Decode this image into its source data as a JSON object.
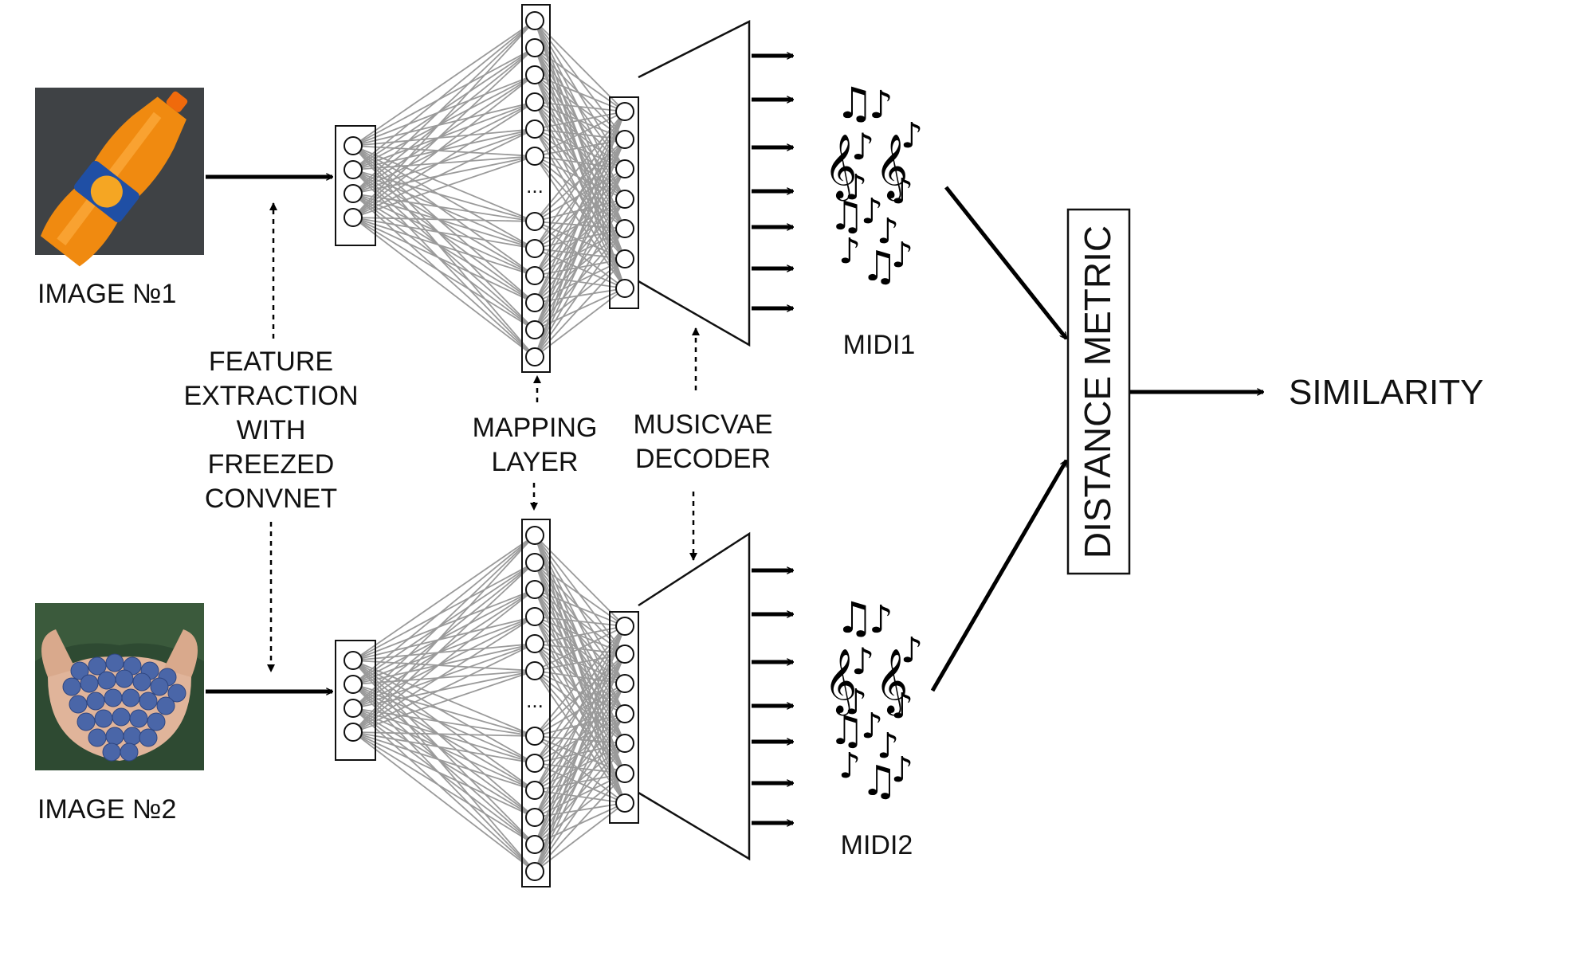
{
  "labels": {
    "image1": "IMAGE №1",
    "image2": "IMAGE №2",
    "feature_extraction": [
      "FEATURE",
      "EXTRACTION",
      "WITH",
      "FREEZED",
      "CONVNET"
    ],
    "mapping_layer": [
      "MAPPING",
      "LAYER"
    ],
    "musicvae_decoder": [
      "MUSICVAE",
      "DECODER"
    ],
    "midi1": "MIDI1",
    "midi2": "MIDI2",
    "distance_metric": "DISTANCE METRIC",
    "similarity": "SIMILARITY",
    "ellipsis": "..."
  },
  "images": {
    "image1_content": "orange soda bottle",
    "image2_content": "hands holding blueberries"
  },
  "icons": {
    "music": "music-notes-icon",
    "arrow": "arrow-right-icon"
  },
  "colors": {
    "connection": "#9a9a9a",
    "stroke": "#111111",
    "soda": "#f08a10",
    "photo_bg1": "#3f4245",
    "blueberry": "#4a66a8"
  }
}
